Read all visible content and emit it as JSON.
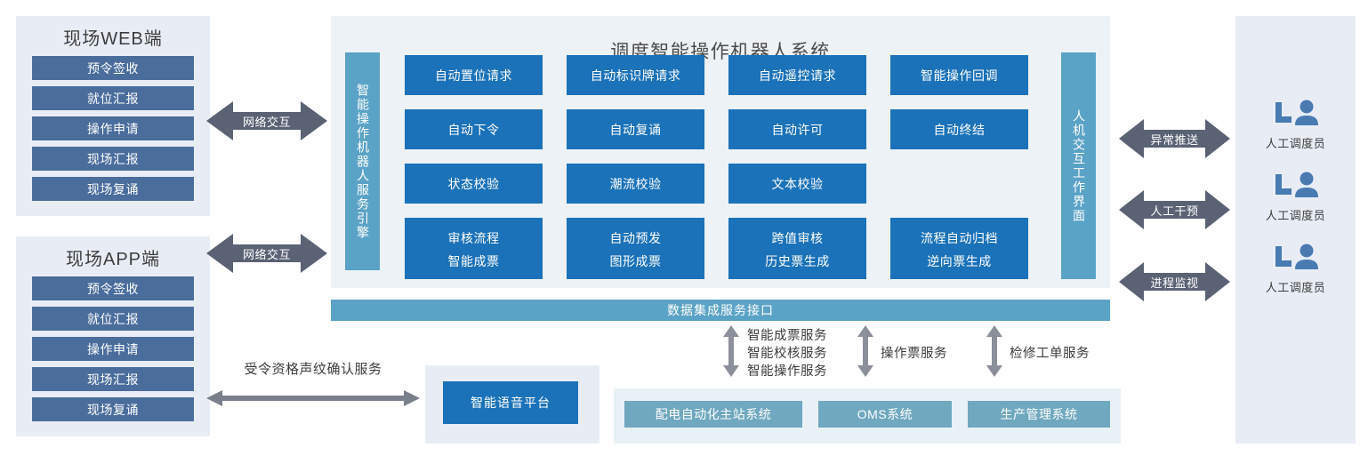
{
  "left_clients": [
    {
      "title": "现场WEB端",
      "items": [
        "预令签收",
        "就位汇报",
        "操作申请",
        "现场汇报",
        "现场复诵"
      ]
    },
    {
      "title": "现场APP端",
      "items": [
        "预令签收",
        "就位汇报",
        "操作申请",
        "现场汇报",
        "现场复诵"
      ]
    }
  ],
  "network_arrows": [
    {
      "label": "网络交互"
    },
    {
      "label": "网络交互"
    }
  ],
  "robot_system": {
    "title": "调度智能操作机器人系统",
    "left_bar": "智能操作机器人服务引擎",
    "right_bar": "人机交互工作界面",
    "grid_rows": [
      [
        "自动置位请求",
        "自动标识牌请求",
        "自动遥控请求",
        "智能操作回调"
      ],
      [
        "自动下令",
        "自动复诵",
        "自动许可",
        "自动终结"
      ],
      [
        "状态校验",
        "潮流校验",
        "文本校验",
        ""
      ],
      [
        "审核流程",
        "自动预发",
        "跨值审核",
        "流程自动归档"
      ],
      [
        "智能成票",
        "图形成票",
        "历史票生成",
        "逆向票生成"
      ]
    ]
  },
  "data_integration_bar": "数据集成服务接口",
  "right_arrows": [
    {
      "label": "异常推送"
    },
    {
      "label": "人工干预"
    },
    {
      "label": "进程监视"
    }
  ],
  "operators": [
    {
      "icon": "operator-desk-icon",
      "name": "人工调度员"
    },
    {
      "icon": "operator-desk-icon",
      "name": "人工调度员"
    },
    {
      "icon": "operator-desk-icon",
      "name": "人工调度员"
    }
  ],
  "voice": {
    "arrow_label": "受令资格声纹确认服务",
    "platform": "智能语音平台"
  },
  "service_labels": [
    {
      "lines": [
        "智能成票服务",
        "智能校核服务",
        "智能操作服务"
      ]
    },
    {
      "lines": [
        "操作票服务"
      ]
    },
    {
      "lines": [
        "检修工单服务"
      ]
    }
  ],
  "bottom_systems": [
    "配电自动化主站系统",
    "OMS系统",
    "生产管理系统"
  ],
  "colors": {
    "primary_blue": "#1B72B8",
    "light_blue": "#5BA3C6",
    "slate_button": "#4A6D9C",
    "panel_bg": "#E8EDF5",
    "system_bg": "#ECF2F5",
    "teal_box": "#6FA8BF",
    "arrow_gray": "#5A6274"
  }
}
